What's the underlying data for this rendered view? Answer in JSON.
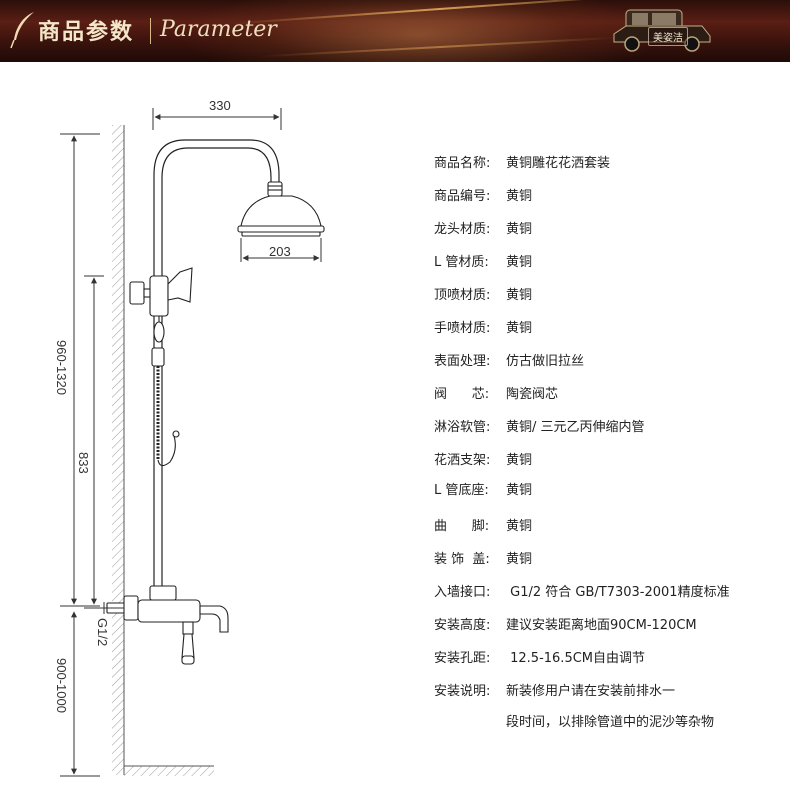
{
  "header": {
    "title_cn": "商品参数",
    "title_en": "Parameter",
    "brand": "美姿洁"
  },
  "dimensions": {
    "top_width": "330",
    "head_diameter": "203",
    "total_height": "960-1320",
    "bar_height": "833",
    "inlet": "G1/2",
    "inlet_height": "900-1000"
  },
  "specs": [
    {
      "label": "商品名称:",
      "value": "黄铜雕花花洒套装"
    },
    {
      "label": "商品编号:",
      "value": "黄铜"
    },
    {
      "label": "龙头材质:",
      "value": "黄铜"
    },
    {
      "label": "L 管材质:",
      "value": "黄铜"
    },
    {
      "label": "顶喷材质:",
      "value": "黄铜"
    },
    {
      "label": "手喷材质:",
      "value": "黄铜"
    },
    {
      "label": "表面处理:",
      "value": "仿古做旧拉丝"
    },
    {
      "label": "阀      芯:",
      "value": "陶瓷阀芯"
    },
    {
      "label": "淋浴软管:",
      "value": "黄铜/ 三元乙丙伸缩内管"
    },
    {
      "label": "花洒支架:",
      "value": "黄铜"
    },
    {
      "label": "L 管底座:",
      "value": "黄铜"
    },
    {
      "label": "曲      脚:",
      "value": "黄铜"
    },
    {
      "label": "装 饰  盖:",
      "value": "黄铜"
    },
    {
      "label": "入墙接口:",
      "value": " G1/2 符合 GB/T7303-2001精度标准"
    },
    {
      "label": "安装高度:",
      "value": "建议安装距离地面90CM-120CM"
    },
    {
      "label": "安装孔距:",
      "value": " 12.5-16.5CM自由调节"
    },
    {
      "label": "安装说明:",
      "value": "新装修用户请在安装前排水一"
    },
    {
      "label": "",
      "value": "段时间，以排除管道中的泥沙等杂物"
    }
  ]
}
